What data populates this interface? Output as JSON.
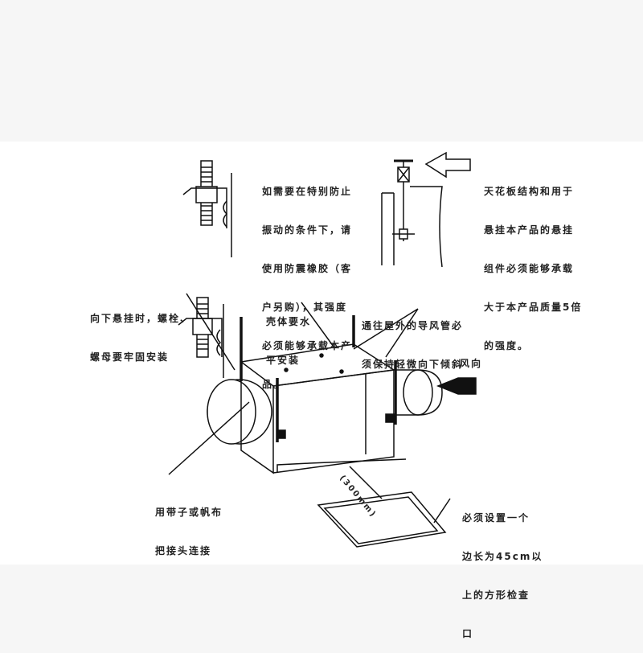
{
  "notes": {
    "anti_vibration": [
      "如需要在特别防止",
      "振动的条件下，请",
      "使用防震橡胶（客",
      "户另购），其强度",
      "必须能够承载本产",
      "品。"
    ],
    "ceiling": [
      "天花板结构和用于",
      "悬挂本产品的悬挂",
      "组件必须能够承载",
      "大于本产品质量5倍",
      "的强度。"
    ],
    "bolts": [
      "向下悬挂时，螺栓、",
      "螺母要牢固安装"
    ],
    "level": [
      "壳体要水",
      "平安装"
    ],
    "duct_slope": [
      "通往屋外的导风管必",
      "须保持轻微向下倾斜"
    ],
    "wind": "风向",
    "strap": [
      "用带子或帆布",
      "把接头连接"
    ],
    "inspection": [
      "必须设置一个",
      "边长为45cm以",
      "上的方形检查",
      "口"
    ],
    "distance": "(300mm)"
  }
}
